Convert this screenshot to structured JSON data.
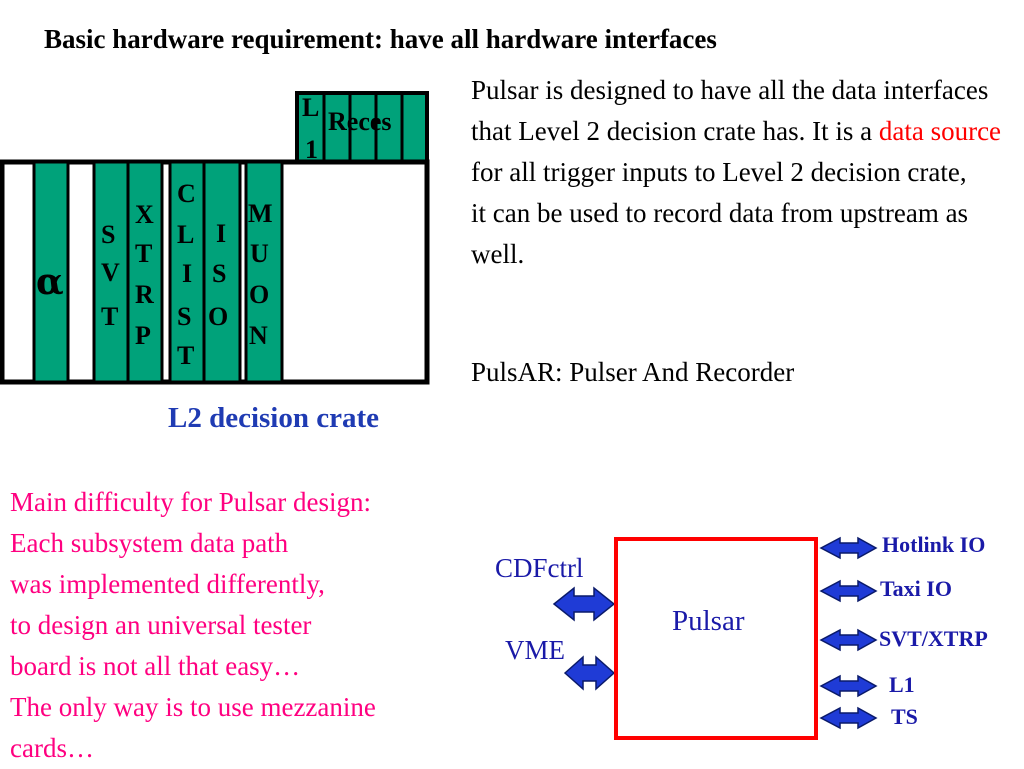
{
  "title": "Basic hardware requirement: have all hardware interfaces",
  "description": {
    "line1": "Pulsar is designed  to have all the data interfaces that Level 2 decision crate has. It is a ",
    "highlight": "data source",
    "line1_end": " for all trigger inputs to Level 2 decision crate,",
    "line2": "it can be used to record data from upstream as well."
  },
  "pulsar_acronym": "PulsAR:   Pulser And Recorder",
  "crate": {
    "label": "L2 decision crate",
    "slots": {
      "alpha": "α",
      "svt": [
        "S",
        "V",
        "T"
      ],
      "xtrp": [
        "X",
        "T",
        "R",
        "P"
      ],
      "clist": [
        "C",
        "L",
        "I",
        "S",
        "T"
      ],
      "iso": [
        "I",
        "S",
        "O"
      ],
      "muon": [
        "M",
        "U",
        "O",
        "N"
      ]
    },
    "top_labels": {
      "l1_a": "L",
      "l1_b": "1",
      "reces": "Reces"
    }
  },
  "difficulty": [
    "Main difficulty for Pulsar design:",
    "Each subsystem data path",
    "was implemented differently,",
    "to design an universal tester",
    "board is not all that easy…",
    "The only way is to use mezzanine",
    "cards…"
  ],
  "block": {
    "center": "Pulsar",
    "left": [
      "CDFctrl",
      "VME"
    ],
    "right": [
      "Hotlink IO",
      "Taxi IO",
      "SVT/XTRP",
      "L1",
      "TS"
    ]
  },
  "colors": {
    "slot_green": "#00a27a",
    "arrow_blue": "#1f3bd6",
    "highlight_red": "#ff0000",
    "magenta": "#ff0080",
    "label_blue": "#1a1aa8"
  }
}
